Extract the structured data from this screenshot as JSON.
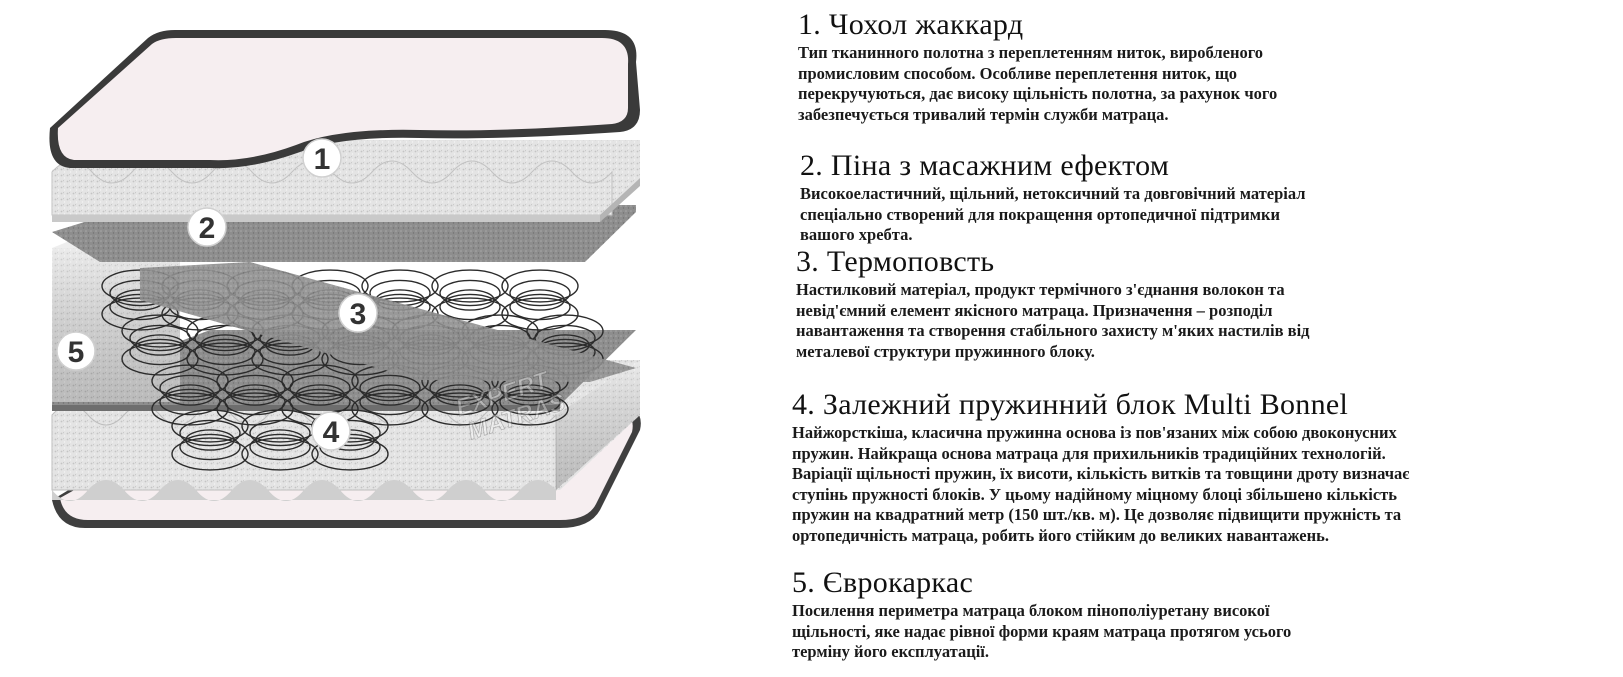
{
  "illustration": {
    "callouts": [
      "1",
      "2",
      "3",
      "4",
      "5"
    ],
    "watermark_line1": "EXPERT",
    "watermark_line2": "MATRAS"
  },
  "sections": [
    {
      "title": "1. Чохол жаккард",
      "body": "Тип тканинного полотна з переплетенням ниток, виробленого\nпромисловим способом. Особливе переплетення ниток, що\nперекручуються, дає високу щільність полотна, за рахунок чого\nзабезпечується тривалий термін служби матраца."
    },
    {
      "title": "2. Піна з масажним ефектом",
      "body": "Високоеластичний, щільний, нетоксичний та довговічний матеріал\nспеціально створений для покращення ортопедичної підтримки\nвашого хребта."
    },
    {
      "title": "3. Термоповсть",
      "body": "Настилковий матеріал, продукт термічного з'єднання волокон та\nневід'ємний елемент якісного матраца. Призначення – розподіл\nнавантаження та створення стабільного захисту м'яких настилів від\nметалевої структури пружинного блоку."
    },
    {
      "title": "4. Залежний пружинний блок Multi Bonnel",
      "body": "Найжорсткіша, класична пружинна основа із пов'язаних між собою двоконусних\nпружин. Найкраща основа матраца для прихильників традиційних технологій.\nВаріації щільності пружин, їх висоти, кількість витків та товщини дроту визначає\nступінь пружності блоків. У цьому надійному міцному блоці збільшено кількість\nпружин на квадратний метр (150 шт./кв. м). Це дозволяє підвищити пружність та\nортопедичність матраца, робить його стійким до великих навантажень."
    },
    {
      "title": "5. Єврокаркас",
      "body": "Посилення периметра матраца блоком пінополіуретану високої\nщільності, яке надає рівної форми краям матраца протягом усього\nтерміну його експлуатації."
    }
  ],
  "colors": {
    "cover_fill": "#f6eef0",
    "cover_edge": "#3a3a3a",
    "foam": "#d9d9d9",
    "felt": "#8c8c8c",
    "spring": "#2b2b2b",
    "badge_fill": "#ffffff",
    "badge_text": "#333333"
  }
}
